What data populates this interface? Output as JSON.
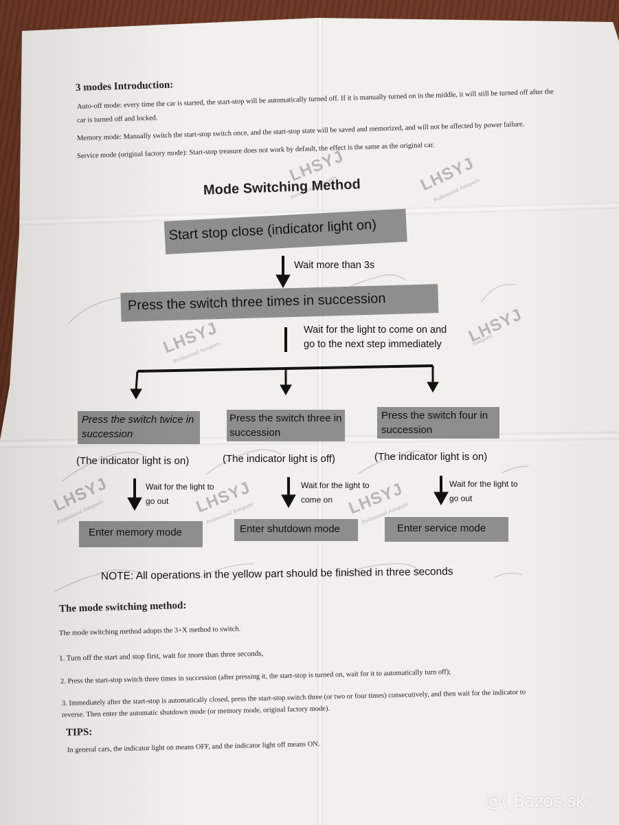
{
  "intro": {
    "title": "3 modes Introduction:",
    "auto_off_1": "Auto-off mode: every time the car is started, the start-stop will be automatically turned off. If it is manually turned on in the middle, it will still be turned off after the",
    "auto_off_2": "car is turned off and locked.",
    "memory": "Memory mode: Manually switch the start-stop switch once, and the start-stop state will be saved and memorized, and will not be affected by power failure.",
    "service": "Service mode (original factory mode): Start-stop treasure does not work by default, the effect is the same as the original car."
  },
  "flow": {
    "title": "Mode Switching Method",
    "step1": "Start stop close (indicator light on)",
    "wait1": "Wait more than 3s",
    "step2": "Press the switch three times in succession",
    "wait2_line1": "Wait for the light to come on and",
    "wait2_line2": "go to the next step immediately",
    "branches": [
      {
        "press": "Press the switch twice in succession",
        "indicator": "(The indicator light is on)",
        "wait": "Wait for the light to go out",
        "mode": "Enter memory mode"
      },
      {
        "press": "Press the switch three in succession",
        "indicator": "(The indicator light is off)",
        "wait": "Wait for the light to come on",
        "mode": "Enter shutdown mode"
      },
      {
        "press": "Press the switch four in succession",
        "indicator": "(The indicator light is on)",
        "wait": "Wait for the light to go out",
        "mode": "Enter service mode"
      }
    ],
    "note": "NOTE: All operations in the yellow part should be finished in three seconds"
  },
  "method": {
    "title": "The mode switching method:",
    "intro": "The mode switching method adopts the 3+X method to switch.",
    "step1": "1. Turn off the start and stop first, wait for more than three seconds,",
    "step2": "2. Press the start-stop switch three times in succession (after pressing it, the start-stop is turned on, wait for it to automatically turn off);",
    "step3_1": "3. Immediately after the start-stop is automatically closed, press the start-stop switch three (or two or four times) consecutively, and then wait for the indicator to",
    "step3_2": "reverse. Then enter the automatic shutdown mode (or memory mode, original factory mode)."
  },
  "tips": {
    "title": "TIPS:",
    "text": "In general cars, the indicator light on means OFF, and the indicator light off means ON."
  },
  "watermarks": {
    "brand": "LHSYJ",
    "sub1": "Professional Autoparts",
    "sub2": "Autoparts"
  },
  "site_watermark": "@( Bazos.sk"
}
